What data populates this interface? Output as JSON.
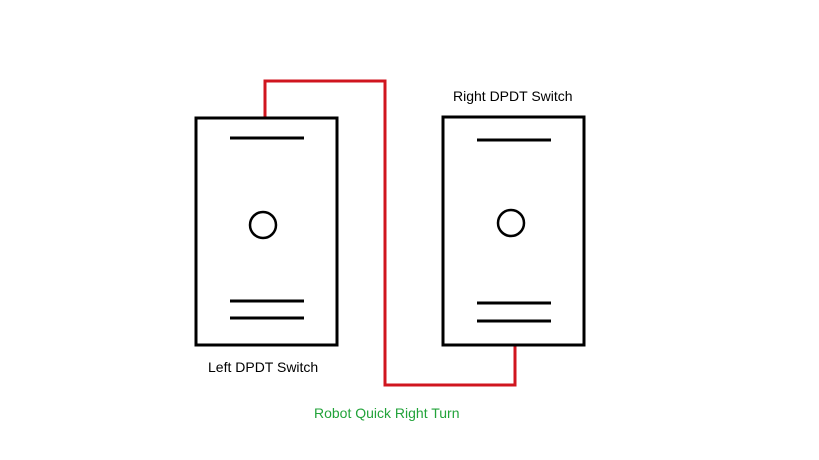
{
  "diagram": {
    "caption": "Robot Quick Right Turn",
    "caption_color": "#22a33a",
    "wire_color": "#d0151f",
    "outline_color": "#000000",
    "switches": [
      {
        "id": "left",
        "label": "Left DPDT Switch"
      },
      {
        "id": "right",
        "label": "Right DPDT Switch"
      }
    ]
  }
}
